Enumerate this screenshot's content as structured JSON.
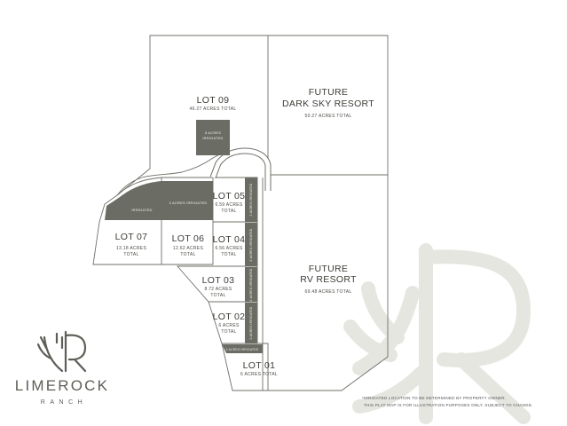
{
  "colors": {
    "line": "#6f7169",
    "irrigated": "#6b6d64",
    "text": "#3c3e37",
    "watermark": "#e6e6e1",
    "brand": "#5d5f57"
  },
  "lots": {
    "lot09": {
      "title": "LOT 09",
      "sub1": "46.27 ACRES TOTAL"
    },
    "dark_sky": {
      "title1": "FUTURE",
      "title2": "DARK SKY RESORT",
      "sub1": "50.27 ACRES TOTAL"
    },
    "rv_resort": {
      "title1": "FUTURE",
      "title2": "RV RESORT",
      "sub1": "69.48 ACRES TOTAL"
    },
    "lot07": {
      "title": "LOT 07",
      "sub1": "13.18 ACRES",
      "sub2": "TOTAL"
    },
    "lot06": {
      "title": "LOT 06",
      "sub1": "12.62 ACRES",
      "sub2": "TOTAL"
    },
    "lot05": {
      "title": "LOT 05",
      "sub1": "6.59 ACRES",
      "sub2": "TOTAL"
    },
    "lot04": {
      "title": "LOT 04",
      "sub1": "6.56 ACRES",
      "sub2": "TOTAL"
    },
    "lot03": {
      "title": "LOT 03",
      "sub1": "8.72 ACRES",
      "sub2": "TOTAL"
    },
    "lot02": {
      "title": "LOT 02",
      "sub1": "6 ACRES",
      "sub2": "TOTAL"
    },
    "lot01": {
      "title": "LOT 01",
      "sub1": "6 ACRES TOTAL"
    }
  },
  "irrigated": {
    "lot09": {
      "line1": "5 ACRES",
      "line2": "IRRIGATED"
    },
    "lot07": "IRRIGATED",
    "lot06": "3 ACRES IRRIGATED",
    "lot05": "2 ACRES IRRIGATED",
    "lot04": "2 ACRES IRRIGATED",
    "lot03": "2 ACRES IRRIGATED",
    "lot02": "2 ACRES IRRIGATED",
    "lot01": "2 ACRES IRRIGATED"
  },
  "brand": {
    "name": "LIMEROCK",
    "sub": "RANCH"
  },
  "footnote": {
    "line1": "*IRRIGATED LOCATION TO BE DETERMINED BY PROPERTY OWNER.",
    "line2": "THIS PLAT MAP IS FOR ILLUSTRATION PURPOSES ONLY. SUBJECT TO CHANGE."
  }
}
